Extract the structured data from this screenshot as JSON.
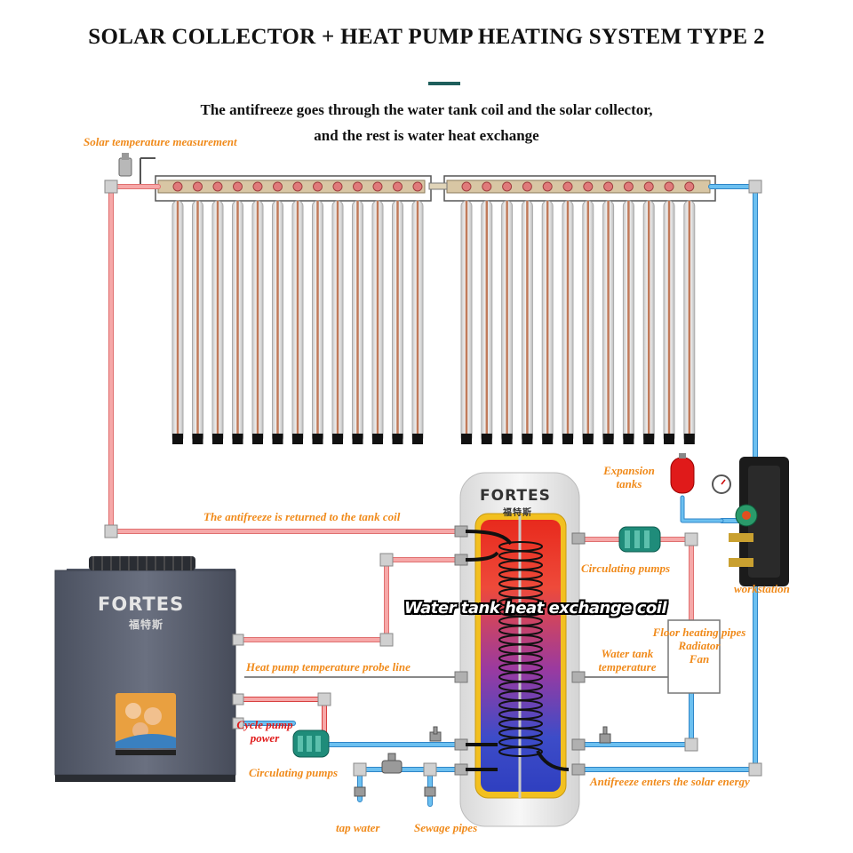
{
  "header": {
    "title": "SOLAR COLLECTOR + HEAT PUMP HEATING SYSTEM TYPE 2",
    "subtitle_line1": "The antifreeze goes through the water tank coil and the solar collector,",
    "subtitle_line2": "and the rest is water heat exchange"
  },
  "labels": {
    "solar_temp": "Solar temperature measurement",
    "antifreeze_return": "The antifreeze is returned to the tank coil",
    "expansion_line1": "Expansion",
    "expansion_line2": "tanks",
    "circulating_pumps_right": "Circulating pumps",
    "workstation": "workstation",
    "coil": "Water tank heat exchange coil",
    "floor_heating": "Floor heating pipes",
    "radiator": "Radiator",
    "fan": "Fan",
    "hp_probe": "Heat pump temperature probe line",
    "water_tank_temp_line1": "Water tank",
    "water_tank_temp_line2": "temperature",
    "cycle_pump_line1": "Cycle pump",
    "cycle_pump_line2": "power",
    "circulating_pumps_left": "Circulating pumps",
    "antifreeze_enters": "Antifreeze enters the solar energy",
    "tap_water": "tap water",
    "sewage": "Sewage pipes"
  },
  "brand": {
    "tank_logo": "FORTES",
    "tank_cn": "福特斯",
    "unit_logo": "FORTES",
    "unit_cn": "福特斯"
  },
  "colors": {
    "hot_pipe": "#f6a8a8",
    "cold_pipe": "#5aaee6",
    "label_orange": "#f08a1a",
    "accent": "#1f5f5c",
    "tank_shell": "#efefef",
    "unit_body": "#5b6170"
  }
}
